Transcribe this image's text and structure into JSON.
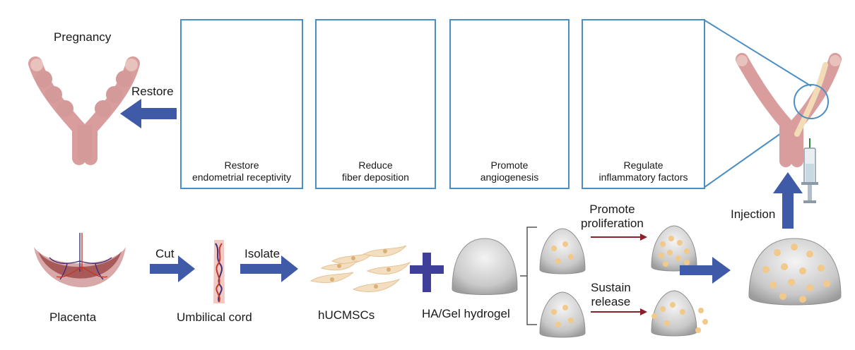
{
  "colors": {
    "arrow": "#3f5aa6",
    "panel_border": "#4a8ec4",
    "tissue": "#d49a9a",
    "vessel": "#a3302f",
    "fiber": "#7a78b8",
    "cell": "#f3dfc0"
  },
  "top": {
    "pregnancy_label": "Pregnancy",
    "restore_label": "Restore",
    "panels": [
      {
        "caption": "Restore\nendometrial receptivity"
      },
      {
        "caption": "Reduce\nfiber deposition"
      },
      {
        "caption": "Promote\nangiogenesis"
      },
      {
        "caption": "Regulate\ninflammatory factors"
      }
    ]
  },
  "bottom": {
    "placenta_label": "Placenta",
    "cut_label": "Cut",
    "umbilical_label": "Umbilical cord",
    "isolate_label": "Isolate",
    "hucmsc_label": "hUCMSCs",
    "hydrogel_label": "HA/Gel hydrogel",
    "promote_label": "Promote\nproliferation",
    "sustain_label": "Sustain\nrelease",
    "injection_label": "Injection"
  }
}
